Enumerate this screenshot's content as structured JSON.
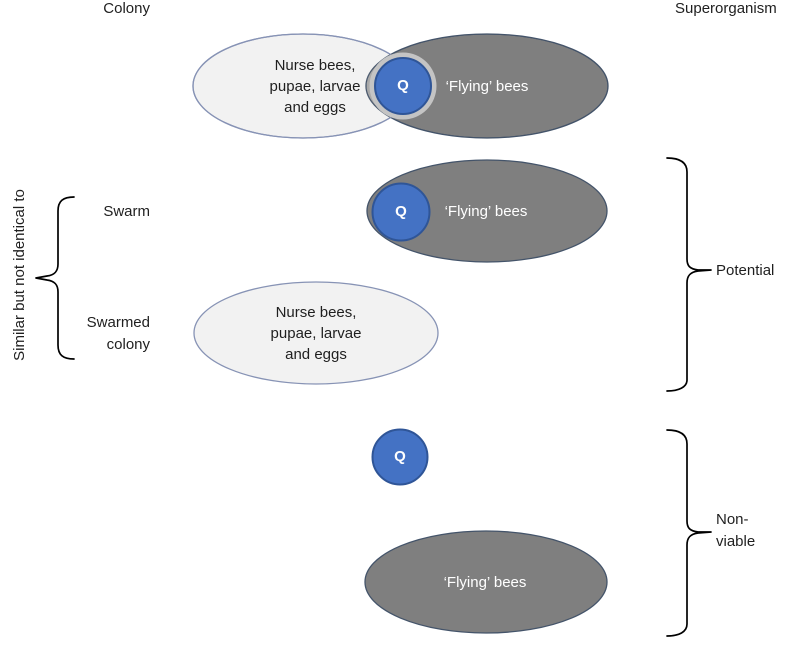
{
  "labels": {
    "colony": "Colony",
    "superorganism": "Superorganism",
    "swarm": "Swarm",
    "swarmed_colony": "Swarmed\ncolony",
    "similar": "Similar but not identical to",
    "potential": "Potential",
    "non_viable": "Non-\nviable"
  },
  "groups": {
    "brood": "Nurse bees,\npupae, larvae\nand eggs",
    "flying": "‘Flying’ bees",
    "queen": "Q"
  },
  "colors": {
    "light_fill": "#F2F2F2",
    "light_stroke": "#8793B5",
    "dark_fill": "#7F7F7F",
    "dark_stroke": "#44546A",
    "overlap_fill": "#A9A9A9",
    "ring_fill": "#C4C4C4",
    "queen_fill": "#4472C4",
    "queen_stroke": "#2F5597",
    "brace_stroke": "#000000"
  }
}
